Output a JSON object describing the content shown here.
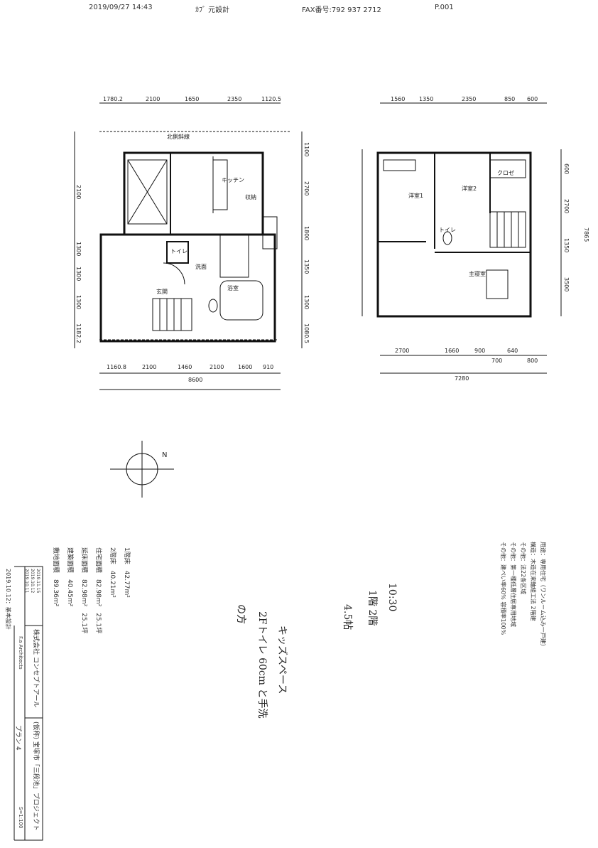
{
  "fax_header": {
    "datetime": "2019/09/27 14:43",
    "sender": "ｶﾌﾞ 元設計",
    "fax_number": "FAX番号:792 937 2712",
    "page": "P.001"
  },
  "plan1": {
    "dims_top": [
      "1780.2",
      "2100",
      "1650",
      "2350",
      "1120.5"
    ],
    "dims_bottom": [
      "1160.8",
      "2100",
      "1460",
      "2100",
      "1600",
      "910"
    ],
    "total_bottom": "8600",
    "dims_right": [
      "1100",
      "2700",
      "1800",
      "1350",
      "1300",
      "1080.5"
    ],
    "dims_left": [
      "2100",
      "1300",
      "1300",
      "1300",
      "1182.2"
    ],
    "rooms": [
      "キッチン",
      "浴室",
      "洗面",
      "玄関",
      "トイレ",
      "収納"
    ],
    "note": "北側斜線",
    "north": "N"
  },
  "plan2": {
    "dims_top": [
      "1560",
      "1350",
      "2350",
      "850",
      "600"
    ],
    "dims_bottom": [
      "2700",
      "1660",
      "900",
      "700",
      "640",
      "800"
    ],
    "total_bottom": "7280",
    "dims_right": [
      "600",
      "2700",
      "1350",
      "3500"
    ],
    "total_right": "7865",
    "rooms": [
      "洋室1",
      "洋室2",
      "主寝室",
      "トイレ",
      "クロゼ"
    ]
  },
  "areas": [
    {
      "label": "1階床",
      "value": "42.77m²"
    },
    {
      "label": "2階床",
      "value": "40.21m²"
    },
    {
      "label": "住宅面積",
      "value": "82.98m²",
      "tsubo": "25.1坪"
    },
    {
      "label": "延床面積",
      "value": "82.98m²",
      "tsubo": "25.1坪"
    },
    {
      "label": "建築面積",
      "value": "40.45m²"
    },
    {
      "label": "敷地面積",
      "value": "89.36m²"
    }
  ],
  "notes": [
    "用途：専用住宅（ワンルーム込み一戸建）",
    "構造：木造在来軸組工法 2階建",
    "その他：法22条区域",
    "その他：第一種低層住居専用地域",
    "その他：建ぺい率60% 容積率100%"
  ],
  "title_block": {
    "company": "株式会社 コンセプトアール",
    "project": "(仮称) 宝塚市「三段池」プロジェクト",
    "plan": "プラン 4",
    "date": "2019.10.12：基本設計",
    "scale": "S=1:100",
    "revs": [
      "2019.11.15",
      "2019.10.12",
      "2019.10.11"
    ],
    "architect": "F.a Architects"
  },
  "handwriting": [
    "10:30",
    "1階 2階",
    "4.5帖",
    "キッズスペース",
    "2Fトイレ 60cm と手洗",
    "の方"
  ]
}
